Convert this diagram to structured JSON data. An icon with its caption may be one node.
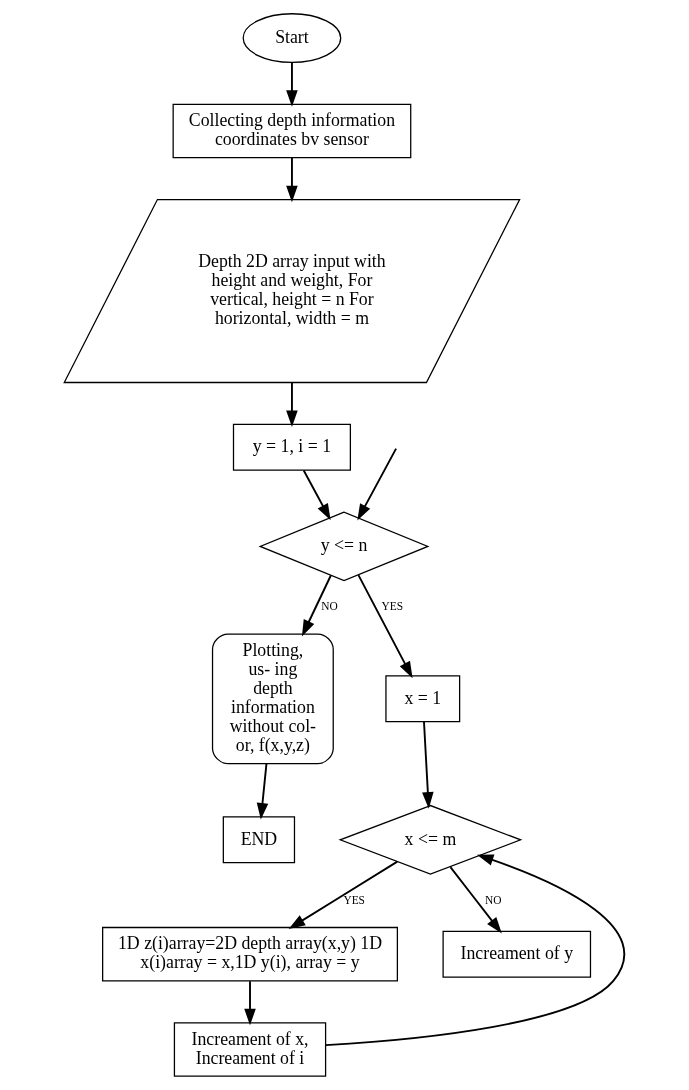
{
  "diagram": {
    "nodes": [
      {
        "text": [
          "Start"
        ]
      },
      {
        "text": [
          "Collecting depth information coordinates bv sensor"
        ]
      },
      {
        "text": [
          "Depth 2D array input with height and weight, For vertical, height = n For horizontal, width = m"
        ]
      },
      {
        "text": [
          "y = 1, i = 1"
        ]
      },
      {
        "text": [
          "y <= n"
        ]
      },
      {
        "text": [
          "Plotting, us- ing depth information without col- or, f(x,y,z)"
        ]
      },
      {
        "text": [
          "END"
        ]
      },
      {
        "text": [
          "x = 1"
        ]
      },
      {
        "text": [
          "x <= m"
        ]
      },
      {
        "text": [
          "1D z(i)array=2D depth array(x,y) 1D x(i)array = x,1D y(i), array = y"
        ]
      },
      {
        "text": [
          "Increament of x, Increament of i"
        ]
      },
      {
        "text": [
          "Increament of y"
        ]
      }
    ],
    "edges": [
      {
        "from": 0,
        "to": 1,
        "arrow": "to"
      },
      {
        "from": 1,
        "to": 2,
        "arrow": "to"
      },
      {
        "from": 2,
        "to": 3,
        "arrow": "to"
      },
      {
        "from": 3,
        "to": 4,
        "arrow": "to"
      },
      {
        "from": 4,
        "to": 5,
        "arrow": "to",
        "label": "NO"
      },
      {
        "from": 5,
        "to": 6,
        "arrow": "to"
      },
      {
        "from": 4,
        "to": 7,
        "arrow": "to",
        "label": "YES"
      },
      {
        "from": 7,
        "to": 8,
        "arrow": "to"
      },
      {
        "from": 8,
        "to": 9,
        "arrow": "to",
        "label": "YES"
      },
      {
        "from": 9,
        "to": 10,
        "arrow": "to"
      },
      {
        "from": 10,
        "to": 8,
        "arrow": "to"
      },
      {
        "from": 8,
        "to": 11,
        "arrow": "to",
        "label": "NO"
      },
      {
        "from": null,
        "to": 4,
        "arrow": "to"
      }
    ]
  }
}
